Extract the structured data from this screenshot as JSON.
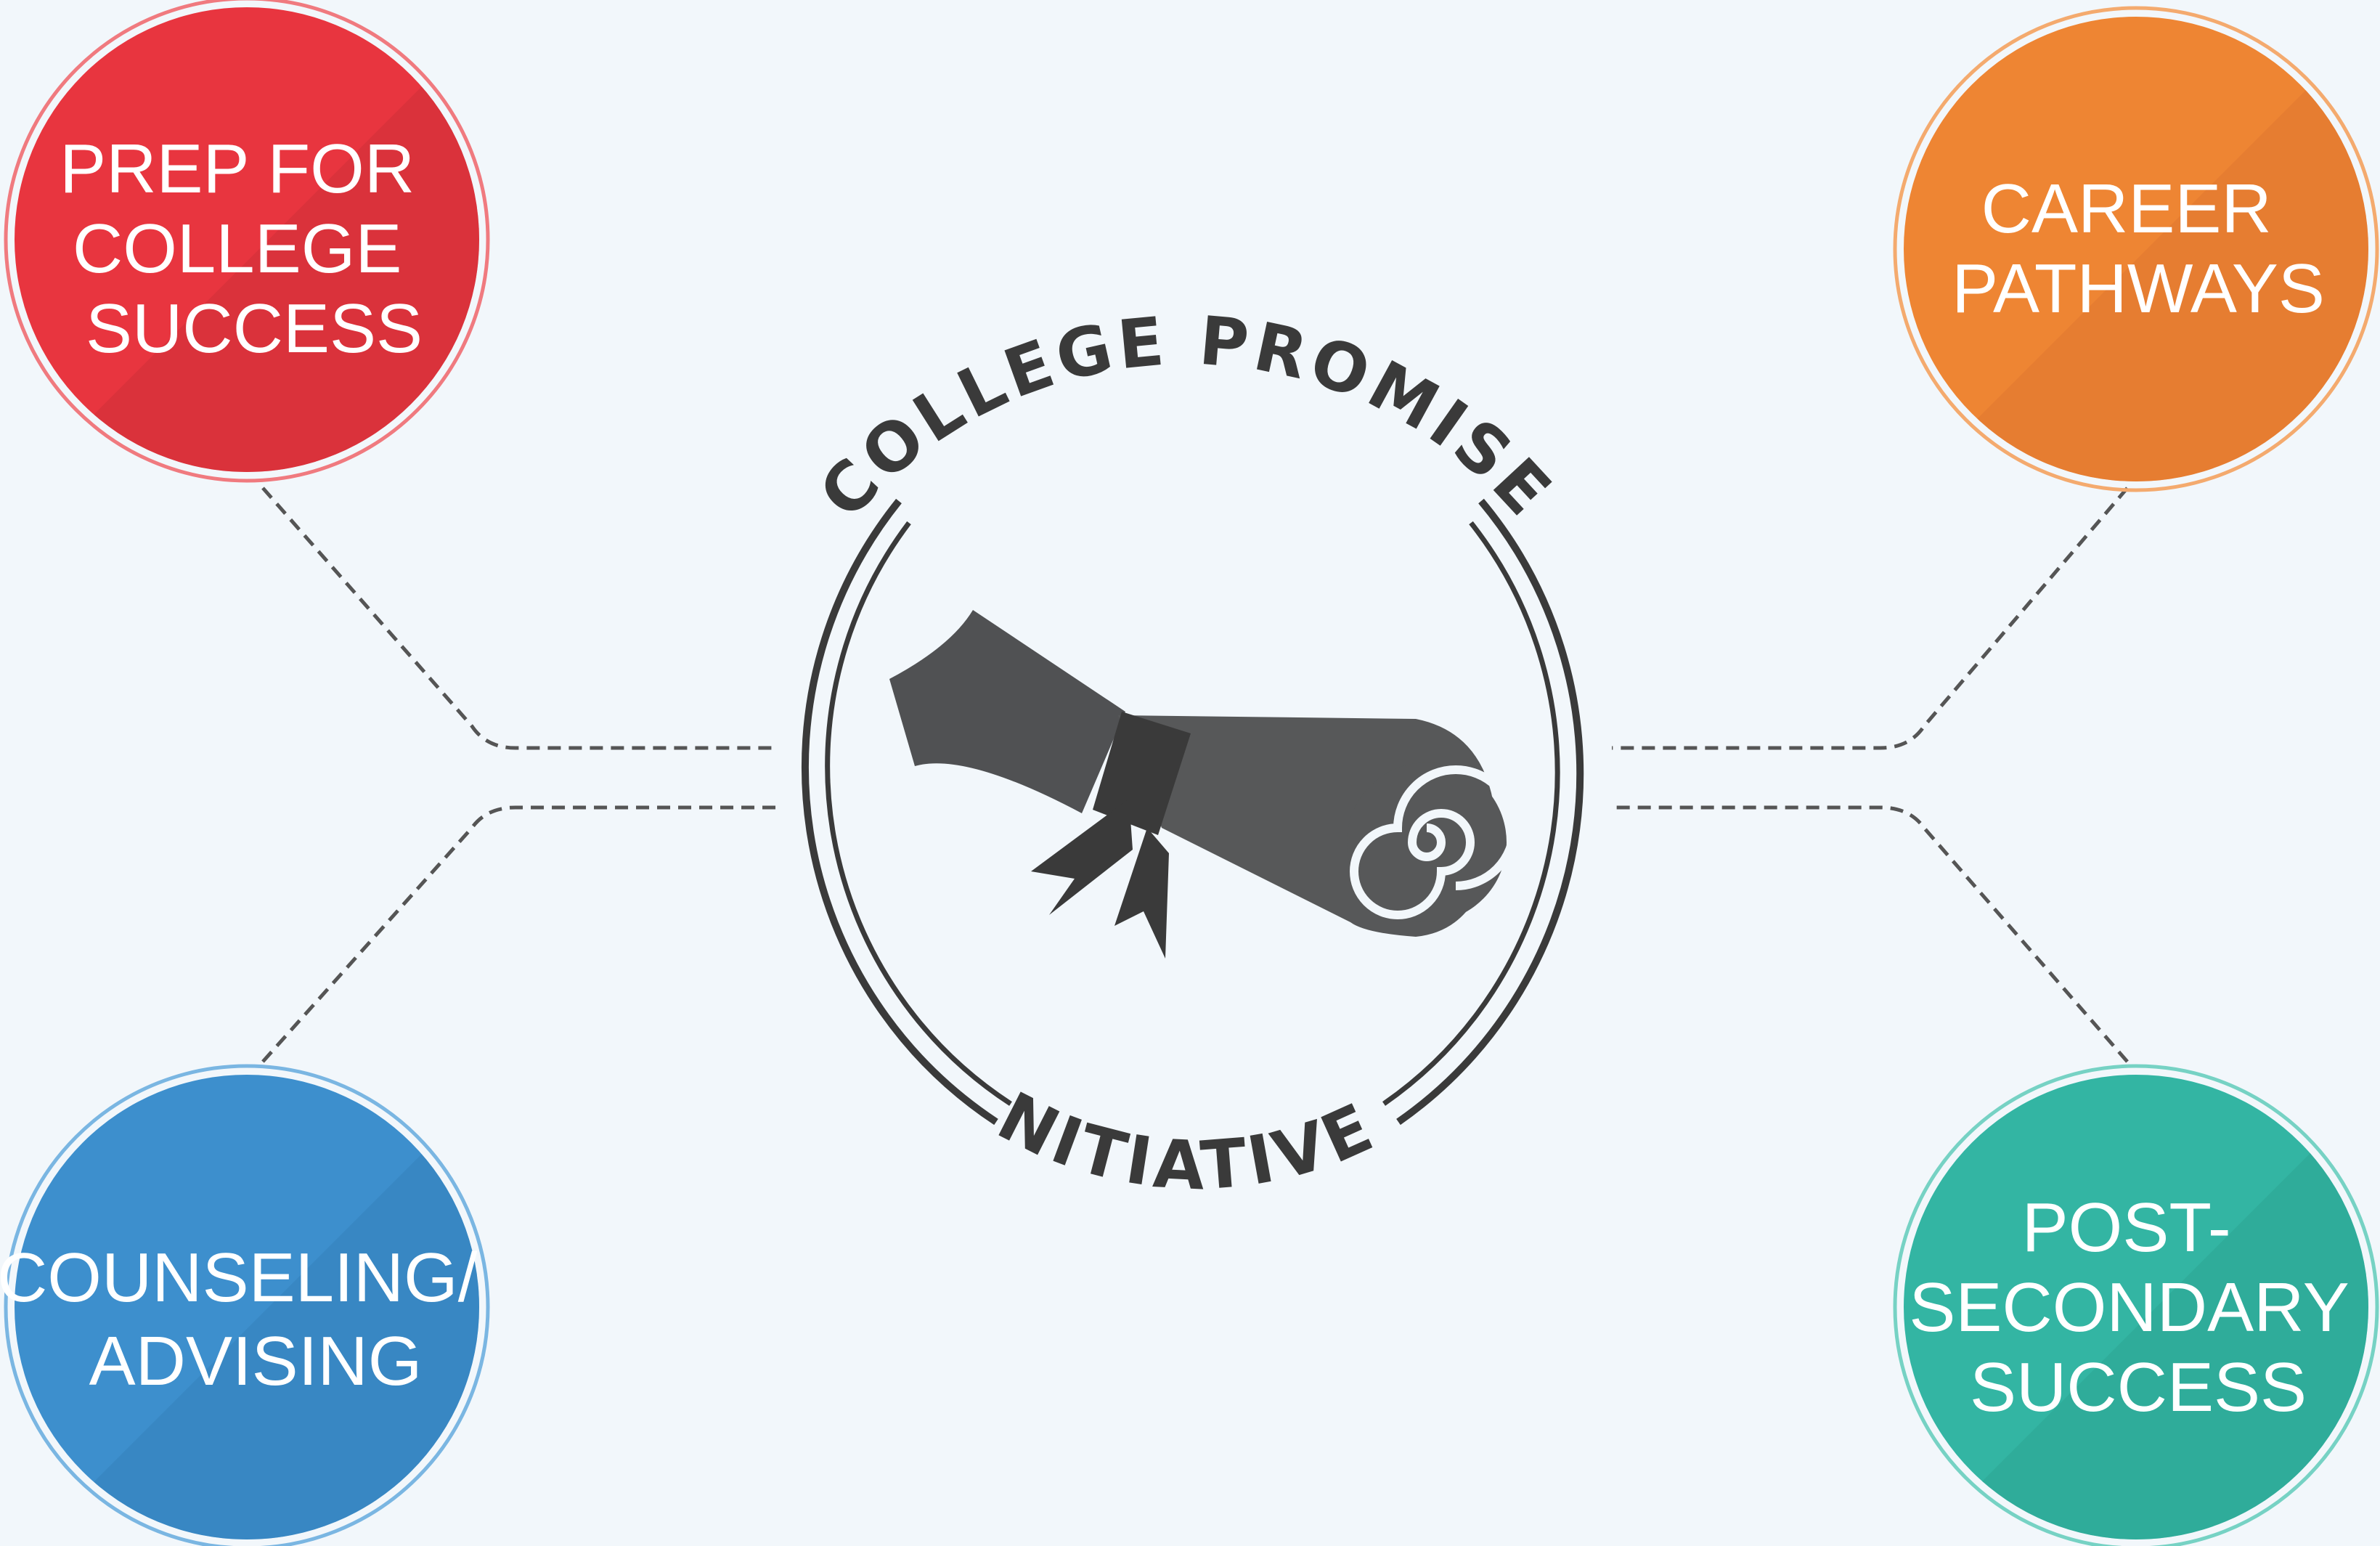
{
  "center": {
    "title_top": "COLLEGE PROMISE",
    "title_bottom": "INITIATIVES",
    "icon": "diploma-scroll-icon"
  },
  "nodes": [
    {
      "id": "prep",
      "lines": [
        "PREP FOR",
        "COLLEGE",
        "SUCCESS"
      ],
      "color": "#e8353f",
      "color_dark": "#cc2f38",
      "border": "#f07a7f"
    },
    {
      "id": "career",
      "lines": [
        "CAREER",
        "PATHWAYS"
      ],
      "color": "#ee8533",
      "color_dark": "#dd7630",
      "border": "#f4aa6e"
    },
    {
      "id": "counseling",
      "lines": [
        "COUNSELING/",
        "ADVISING"
      ],
      "color": "#3d8fcd",
      "color_dark": "#337fba",
      "border": "#7ab6e2"
    },
    {
      "id": "postsecondary",
      "lines": [
        "POST-",
        "SECONDARY",
        "SUCCESS"
      ],
      "color": "#33b5a3",
      "color_dark": "#2ca392",
      "border": "#76d2c4"
    }
  ]
}
